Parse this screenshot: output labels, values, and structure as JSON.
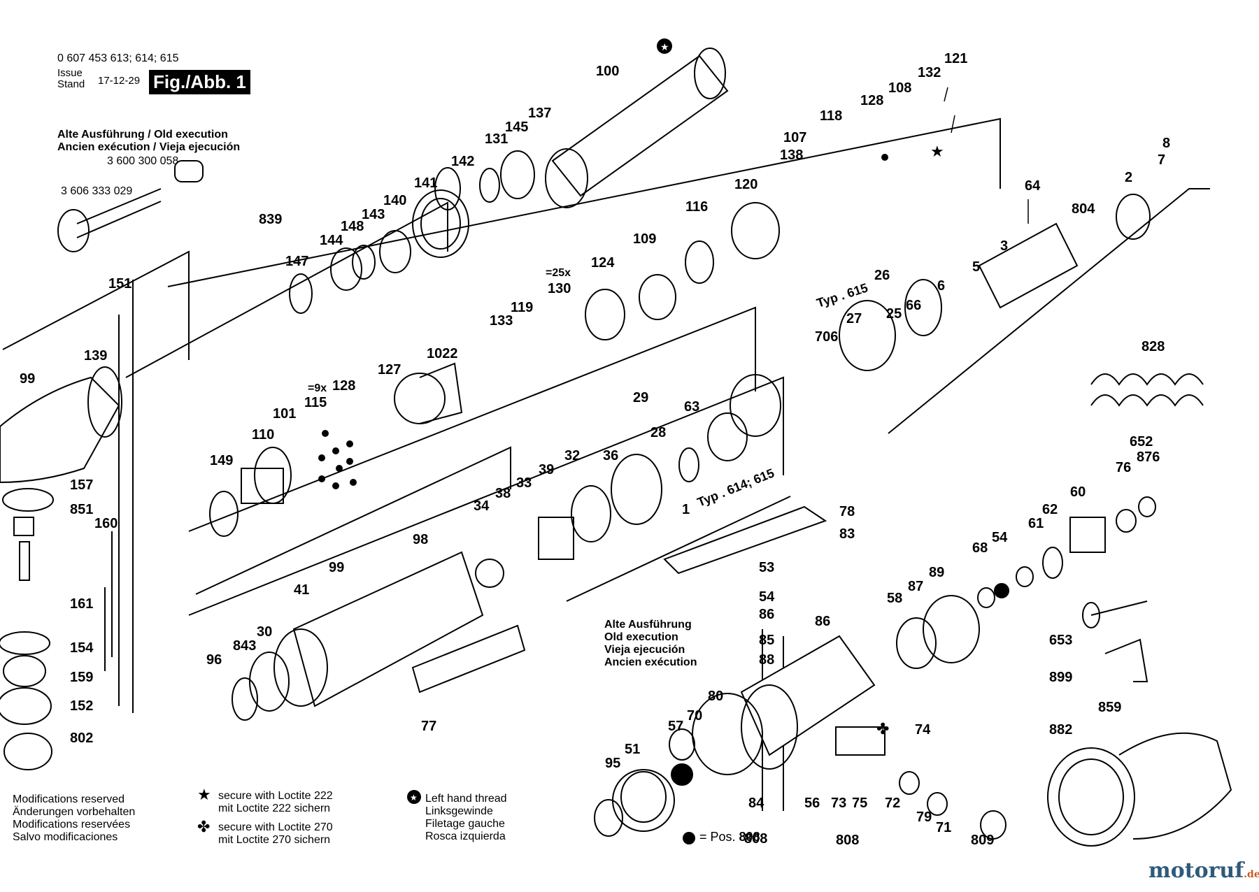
{
  "header": {
    "part_numbers": "0 607 453 613; 614; 615",
    "issue_label_1": "Issue",
    "issue_label_2": "Stand",
    "issue_date": "17-12-29",
    "figure_label": "Fig./Abb. 1"
  },
  "old_execution_top": {
    "line1": "Alte Ausführung / Old execution",
    "line2": "Ancien exécution / Vieja ejecución",
    "part_a": "3 600 300 058",
    "part_b": "3 606 333 029"
  },
  "old_execution_bottom": [
    "Alte Ausführung",
    "Old execution",
    "Vieja ejecución",
    "Ancien exécution"
  ],
  "type_labels": [
    "Typ . 615",
    "Typ . 614; 615"
  ],
  "count_labels": [
    "=25x",
    "=9x"
  ],
  "part_labels": [
    "100",
    "121",
    "132",
    "108",
    "128",
    "118",
    "107",
    "138",
    "137",
    "145",
    "131",
    "142",
    "141",
    "140",
    "143",
    "148",
    "144",
    "147",
    "839",
    "151",
    "120",
    "116",
    "109",
    "124",
    "130",
    "119",
    "133",
    "139",
    "99",
    "1022",
    "127",
    "128",
    "115",
    "101",
    "110",
    "149",
    "157",
    "851",
    "160",
    "161",
    "154",
    "159",
    "152",
    "802",
    "64",
    "8",
    "7",
    "2",
    "804",
    "3",
    "5",
    "6",
    "66",
    "25",
    "26",
    "27",
    "706",
    "828",
    "29",
    "63",
    "28",
    "36",
    "32",
    "39",
    "33",
    "38",
    "34",
    "1",
    "98",
    "99",
    "41",
    "30",
    "843",
    "96",
    "77",
    "78",
    "83",
    "53",
    "54",
    "86",
    "86",
    "85",
    "88",
    "89",
    "87",
    "58",
    "68",
    "54",
    "61",
    "62",
    "60",
    "76",
    "876",
    "652",
    "653",
    "899",
    "859",
    "882",
    "80",
    "70",
    "57",
    "51",
    "95",
    "84",
    "56",
    "73",
    "75",
    "72",
    "74",
    "79",
    "71",
    "809",
    "808"
  ],
  "legend": {
    "modifications": [
      "Modifications reserved",
      "Änderungen vorbehalten",
      "Modifications reservées",
      "Salvo modificaciones"
    ],
    "loctite222": [
      "secure with Loctite 222",
      "mit Loctite 222 sichern"
    ],
    "loctite270": [
      "secure with Loctite 270",
      "mit Loctite 270 sichern"
    ],
    "left_thread": [
      "Left hand thread",
      "Linksgewinde",
      "Filetage gauche",
      "Rosca izquierda"
    ],
    "pos_label": "= Pos.",
    "pos_value": "808"
  },
  "watermark": "motoruf",
  "watermark_suffix": ".de",
  "colors": {
    "ink": "#000000",
    "watermark": "#2e5a7a",
    "watermark_accent": "#c65a1e"
  }
}
